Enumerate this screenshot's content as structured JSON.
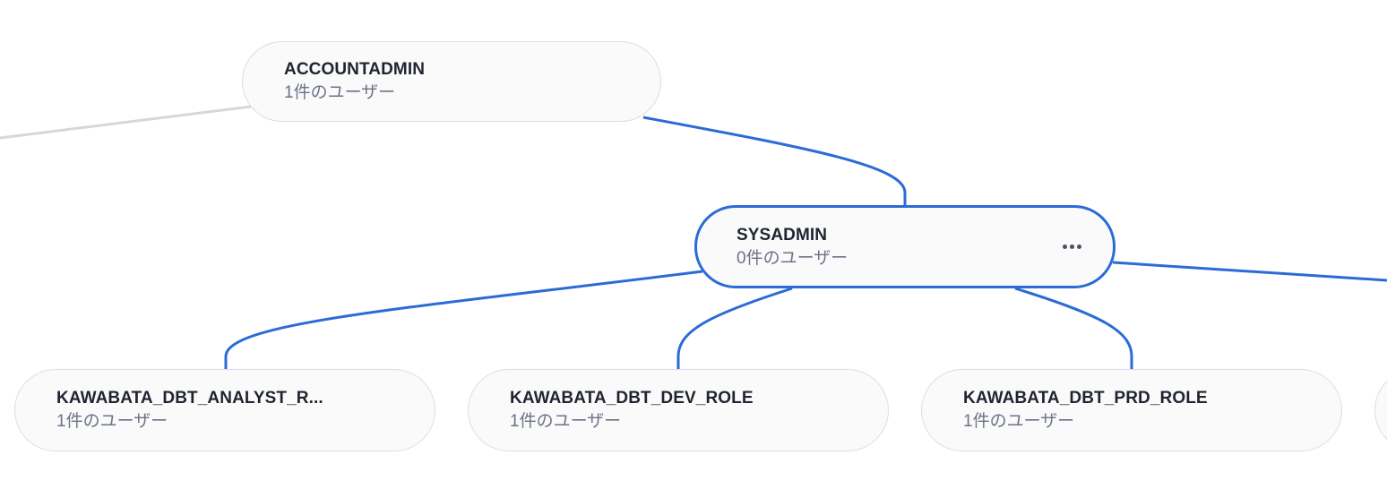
{
  "colors": {
    "active_edge": "#2a6bd6",
    "inactive_edge": "#d3d8de",
    "node_border": "#dcdde6",
    "node_bg": "#fafafb"
  },
  "nodes": {
    "accountadmin": {
      "name": "ACCOUNTADMIN",
      "users": "1件のユーザー"
    },
    "sysadmin": {
      "name": "SYSADMIN",
      "users": "0件のユーザー",
      "menu_icon": "more-horizontal-icon"
    },
    "analyst_role": {
      "name": "KAWABATA_DBT_ANALYST_R...",
      "users": "1件のユーザー"
    },
    "dev_role": {
      "name": "KAWABATA_DBT_DEV_ROLE",
      "users": "1件のユーザー"
    },
    "prd_role": {
      "name": "KAWABATA_DBT_PRD_ROLE",
      "users": "1件のユーザー"
    }
  }
}
